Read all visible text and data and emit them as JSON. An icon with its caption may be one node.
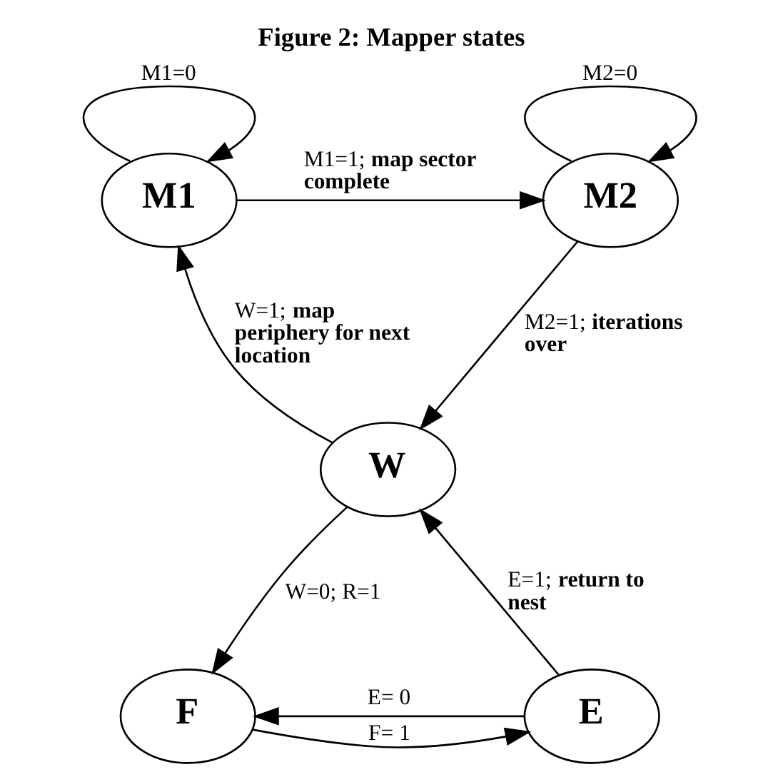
{
  "diagram": {
    "title": "Figure 2: Mapper states",
    "nodes": [
      {
        "text": [
          "M1"
        ]
      },
      {
        "text": [
          "M2"
        ]
      },
      {
        "text": [
          "W"
        ]
      },
      {
        "text": [
          "E"
        ]
      },
      {
        "text": [
          "F"
        ]
      }
    ],
    "edges": [
      {
        "from": 0,
        "to": 0,
        "arrow": "to",
        "label": "M1=0"
      },
      {
        "from": 1,
        "to": 1,
        "arrow": "to",
        "label": "M2=0"
      },
      {
        "from": 0,
        "to": 1,
        "arrow": "to",
        "label": "M1=1; **map sector complete**"
      },
      {
        "from": 1,
        "to": 2,
        "arrow": "to",
        "label": "M2=1; **iterations over**"
      },
      {
        "from": 2,
        "to": 0,
        "arrow": "to",
        "label": "W=1; **map periphery for next location**"
      },
      {
        "from": 2,
        "to": 4,
        "arrow": "to",
        "label": "W=0; R=1"
      },
      {
        "from": 4,
        "to": 3,
        "arrow": "to",
        "label": "F= 1"
      },
      {
        "from": 3,
        "to": 2,
        "arrow": "to",
        "label": "E=1; **return to nest**"
      },
      {
        "from": 3,
        "to": 4,
        "arrow": "to",
        "label": "E= 0"
      }
    ]
  }
}
